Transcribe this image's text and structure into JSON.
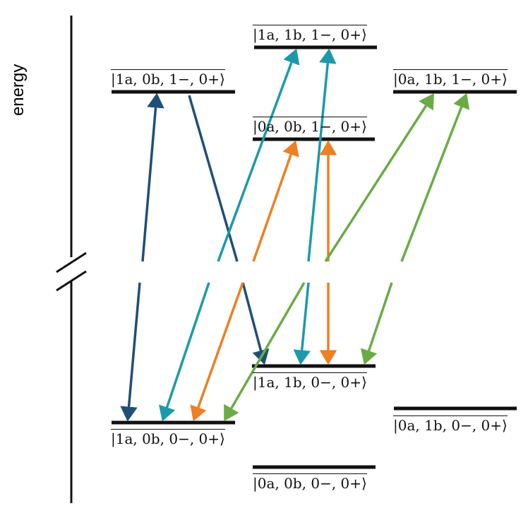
{
  "axis": {
    "label": "energy"
  },
  "colors": {
    "dark_blue": "#1f4e79",
    "teal": "#1b9aaa",
    "orange": "#ee7f22",
    "green": "#6aab46",
    "line": "#111111"
  },
  "states": [
    {
      "id": "s_1a0b1m0p",
      "label": "|1a, 0b, 1−, 0+⟩"
    },
    {
      "id": "s_1a1b1m0p",
      "label": "|1a, 1b, 1−, 0+⟩"
    },
    {
      "id": "s_0a1b1m0p",
      "label": "|0a, 1b, 1−, 0+⟩"
    },
    {
      "id": "s_0a0b1m0p",
      "label": "|0a, 0b, 1−, 0+⟩"
    },
    {
      "id": "s_1a1b0m0p",
      "label": "|1a, 1b, 0−, 0+⟩"
    },
    {
      "id": "s_1a0b0m0p",
      "label": "|1a, 0b, 0−, 0+⟩"
    },
    {
      "id": "s_0a1b0m0p",
      "label": "|0a, 1b, 0−, 0+⟩"
    },
    {
      "id": "s_0a0b0m0p",
      "label": "|0a, 0b, 0−, 0+⟩"
    }
  ],
  "transitions": [
    {
      "name": "dark-blue-up-1a0b1m",
      "color": "dark_blue",
      "direction": "up",
      "target_state": "s_1a0b1m0p"
    },
    {
      "name": "dark-blue-down-to-1a1b0m",
      "color": "dark_blue",
      "direction": "down",
      "target_state": "s_1a1b0m0p"
    },
    {
      "name": "dark-blue-down-to-1a0b0m",
      "color": "dark_blue",
      "direction": "down",
      "target_state": "s_1a0b0m0p"
    },
    {
      "name": "teal-up-1a1b1m-a",
      "color": "teal",
      "direction": "up",
      "target_state": "s_1a1b1m0p"
    },
    {
      "name": "teal-up-1a1b1m-b",
      "color": "teal",
      "direction": "up",
      "target_state": "s_1a1b1m0p"
    },
    {
      "name": "teal-down-to-1a0b0m",
      "color": "teal",
      "direction": "down",
      "target_state": "s_1a0b0m0p"
    },
    {
      "name": "teal-down-to-1a1b0m",
      "color": "teal",
      "direction": "down",
      "target_state": "s_1a1b0m0p"
    },
    {
      "name": "orange-up-0a0b1m-a",
      "color": "orange",
      "direction": "up",
      "target_state": "s_0a0b1m0p"
    },
    {
      "name": "orange-up-0a0b1m-b",
      "color": "orange",
      "direction": "up",
      "target_state": "s_0a0b1m0p"
    },
    {
      "name": "orange-down-to-1a0b0m",
      "color": "orange",
      "direction": "down",
      "target_state": "s_1a0b0m0p"
    },
    {
      "name": "orange-down-to-1a1b0m",
      "color": "orange",
      "direction": "down",
      "target_state": "s_1a1b0m0p"
    },
    {
      "name": "green-up-0a1b1m-a",
      "color": "green",
      "direction": "up",
      "target_state": "s_0a1b1m0p"
    },
    {
      "name": "green-up-0a1b1m-b",
      "color": "green",
      "direction": "up",
      "target_state": "s_0a1b1m0p"
    },
    {
      "name": "green-down-to-1a0b0m",
      "color": "green",
      "direction": "down",
      "target_state": "s_1a0b0m0p"
    },
    {
      "name": "green-down-to-1a1b0m",
      "color": "green",
      "direction": "down",
      "target_state": "s_1a1b0m0p"
    }
  ]
}
